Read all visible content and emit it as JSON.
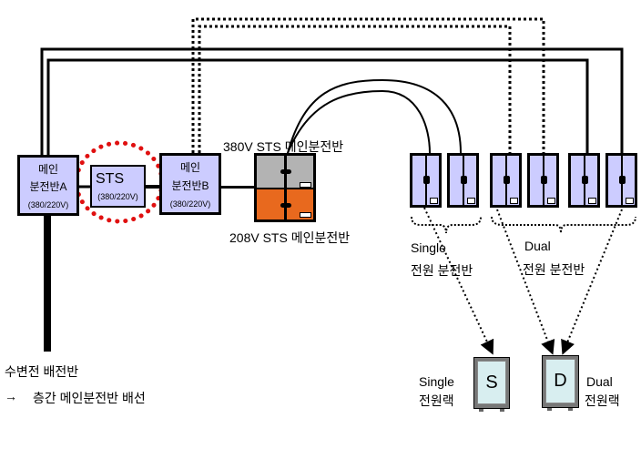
{
  "main_panel_a": {
    "line1": "메인",
    "line2": "분전반A",
    "voltage": "(380/220V)"
  },
  "sts": {
    "label": "STS",
    "voltage": "(380/220V)"
  },
  "main_panel_b": {
    "line1": "메인",
    "line2": "분전반B",
    "voltage": "(380/220V)"
  },
  "sts_380_label": "380V STS 메인분전반",
  "sts_208_label": "208V STS 메인분전반",
  "single_group": {
    "line1": "Single",
    "line2": "전원 분전반"
  },
  "dual_group": {
    "line1": "Dual",
    "line2": "전원 분전반"
  },
  "single_rack": {
    "letter": "S",
    "line1": "Single",
    "line2": "전원랙"
  },
  "dual_rack": {
    "letter": "D",
    "line1": "Dual",
    "line2": "전원랙"
  },
  "source_label": "수변전 배전반",
  "arrow_note": {
    "arrow": "→",
    "text": "층간 메인분전반 배선"
  },
  "colors": {
    "panel_fill": "#ccccff",
    "sts_380_fill": "#b3b3b3",
    "sts_208_fill": "#e8691e",
    "highlight_dots": "#e01010"
  }
}
